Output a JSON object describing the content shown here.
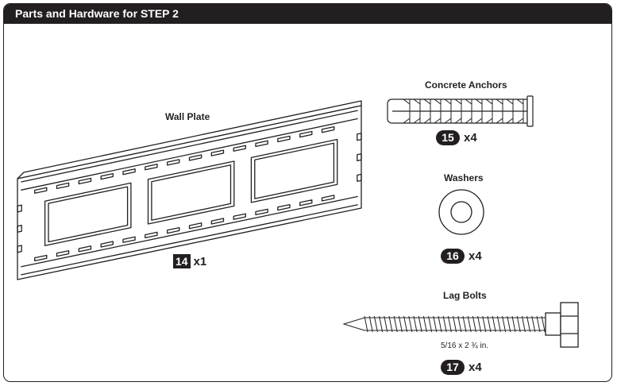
{
  "header": {
    "title": "Parts and Hardware for STEP 2"
  },
  "parts": {
    "wall_plate": {
      "label": "Wall Plate",
      "number": "14",
      "quantity": "x1"
    },
    "concrete_anchors": {
      "label": "Concrete Anchors",
      "number": "15",
      "quantity": "x4"
    },
    "washers": {
      "label": "Washers",
      "number": "16",
      "quantity": "x4"
    },
    "lag_bolts": {
      "label": "Lag Bolts",
      "number": "17",
      "quantity": "x4",
      "size": "5/16 x 2 ¾ in."
    }
  }
}
